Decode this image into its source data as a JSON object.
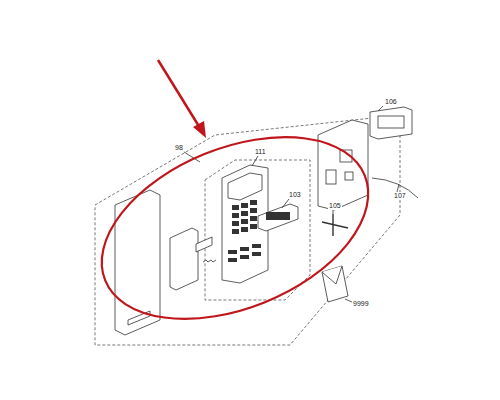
{
  "diagram": {
    "labels": [
      "98",
      "111",
      "103",
      "106",
      "107",
      "105",
      "9999"
    ]
  }
}
